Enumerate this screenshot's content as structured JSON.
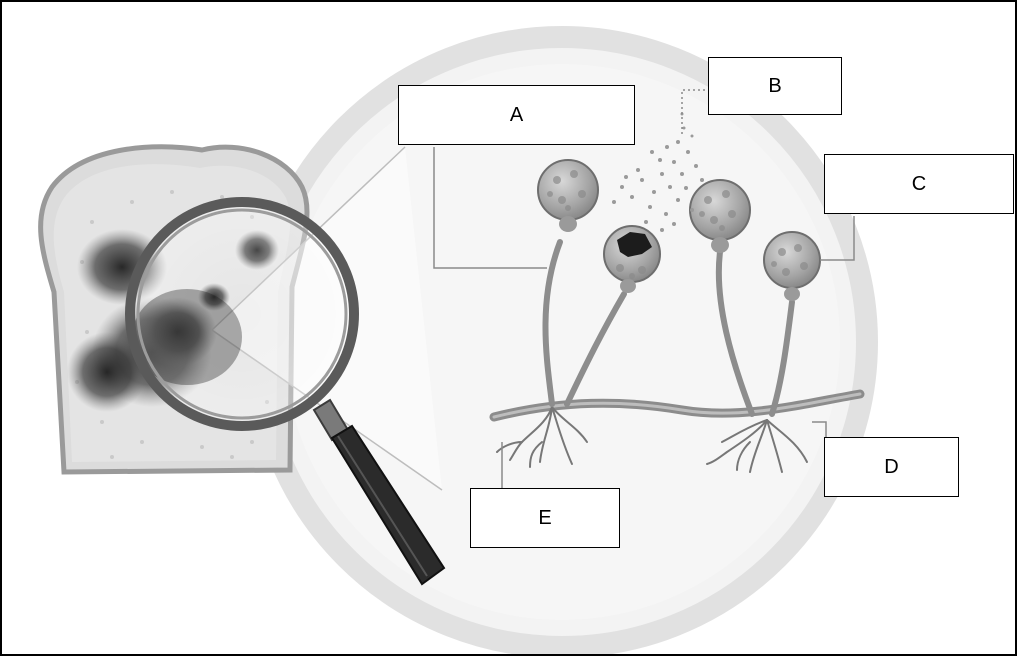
{
  "labels": {
    "a": "A",
    "b": "B",
    "c": "C",
    "d": "D",
    "e": "E"
  },
  "colors": {
    "background_circle": "#e9e9e9",
    "circle_ring": "#d6d6d6",
    "bread": "#dedede",
    "mold_dark": "#2a2a2a",
    "sporangium": "#a7a7a7",
    "hypha": "#8c8c8c",
    "leader_line": "#8a8a8a"
  }
}
